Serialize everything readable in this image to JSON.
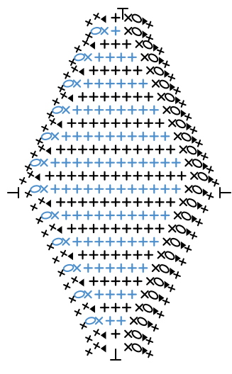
{
  "colors": {
    "background": "#ffffff",
    "black": "#000000",
    "blue": "#4d8fcc"
  },
  "symbols": {
    "single_crochet": "+",
    "slip_stitch": "x",
    "chain": "oval",
    "increase_marker": "triangle",
    "turning_chain": "T-bar"
  },
  "rows": [
    {
      "index": 0,
      "color": "black",
      "sc_count": 1,
      "has_chain_left": true,
      "has_chain_right": true
    },
    {
      "index": 1,
      "color": "blue",
      "sc_count": 1,
      "has_chain_left": true,
      "has_chain_right": true
    },
    {
      "index": 2,
      "color": "black",
      "sc_count": 3,
      "has_chain_left": true,
      "has_chain_right": true
    },
    {
      "index": 3,
      "color": "blue",
      "sc_count": 4,
      "has_chain_left": true,
      "has_chain_right": true
    },
    {
      "index": 4,
      "color": "black",
      "sc_count": 5,
      "has_chain_left": true,
      "has_chain_right": true
    },
    {
      "index": 5,
      "color": "blue",
      "sc_count": 6,
      "has_chain_left": true,
      "has_chain_right": true
    },
    {
      "index": 6,
      "color": "black",
      "sc_count": 7,
      "has_chain_left": true,
      "has_chain_right": true
    },
    {
      "index": 7,
      "color": "blue",
      "sc_count": 8,
      "has_chain_left": true,
      "has_chain_right": true
    },
    {
      "index": 8,
      "color": "black",
      "sc_count": 9,
      "has_chain_left": true,
      "has_chain_right": true
    },
    {
      "index": 9,
      "color": "blue",
      "sc_count": 10,
      "has_chain_left": true,
      "has_chain_right": true
    },
    {
      "index": 10,
      "color": "black",
      "sc_count": 11,
      "has_chain_left": true,
      "has_chain_right": true
    },
    {
      "index": 11,
      "color": "blue",
      "sc_count": 12,
      "has_chain_left": true,
      "has_chain_right": true
    },
    {
      "index": 12,
      "color": "black",
      "sc_count": 13,
      "has_chain_left": true,
      "has_chain_right": true
    },
    {
      "index": 13,
      "color": "blue",
      "sc_count": 12,
      "has_chain_left": true,
      "has_chain_right": true
    },
    {
      "index": 14,
      "color": "black",
      "sc_count": 11,
      "has_chain_left": true,
      "has_chain_right": true
    },
    {
      "index": 15,
      "color": "blue",
      "sc_count": 10,
      "has_chain_left": true,
      "has_chain_right": true
    },
    {
      "index": 16,
      "color": "black",
      "sc_count": 9,
      "has_chain_left": true,
      "has_chain_right": true
    },
    {
      "index": 17,
      "color": "blue",
      "sc_count": 8,
      "has_chain_left": true,
      "has_chain_right": true
    },
    {
      "index": 18,
      "color": "black",
      "sc_count": 7,
      "has_chain_left": true,
      "has_chain_right": true
    },
    {
      "index": 19,
      "color": "blue",
      "sc_count": 6,
      "has_chain_left": true,
      "has_chain_right": true
    },
    {
      "index": 20,
      "color": "black",
      "sc_count": 5,
      "has_chain_left": true,
      "has_chain_right": true
    },
    {
      "index": 21,
      "color": "blue",
      "sc_count": 4,
      "has_chain_left": true,
      "has_chain_right": true
    },
    {
      "index": 22,
      "color": "black",
      "sc_count": 3,
      "has_chain_left": true,
      "has_chain_right": true
    },
    {
      "index": 23,
      "color": "blue",
      "sc_count": 2,
      "has_chain_left": true,
      "has_chain_right": true
    },
    {
      "index": 24,
      "color": "black",
      "sc_count": 1,
      "has_chain_left": true,
      "has_chain_right": true
    },
    {
      "index": 25,
      "color": "black",
      "sc_count": 0,
      "has_chain_left": true,
      "has_chain_right": true
    }
  ]
}
